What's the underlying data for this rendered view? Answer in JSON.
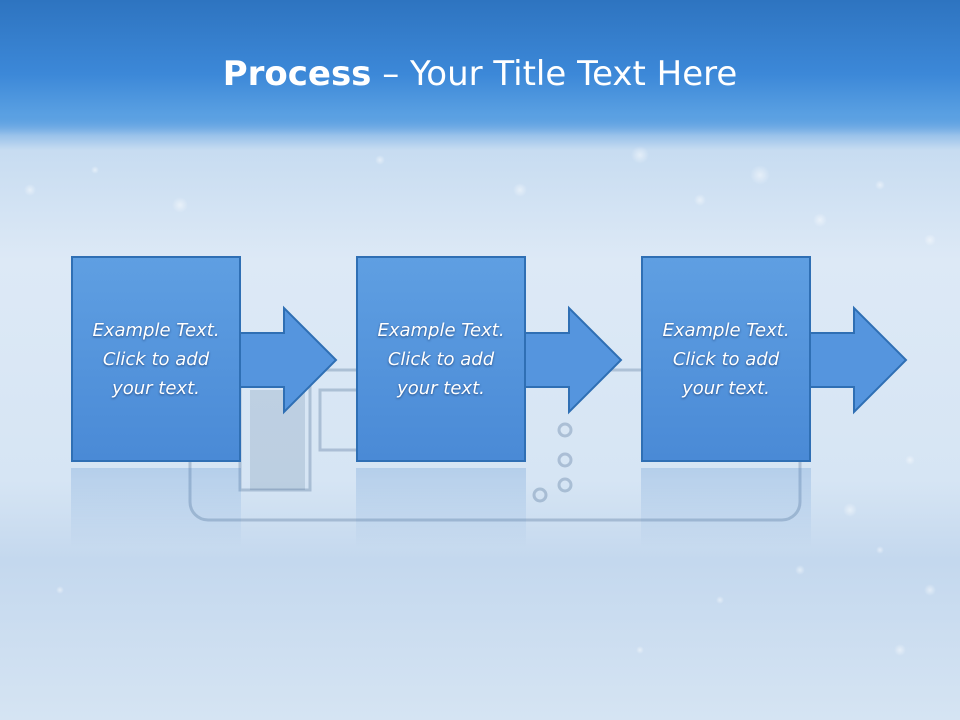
{
  "slide": {
    "title_bold": "Process",
    "title_rest": " – Your Title Text Here",
    "steps": [
      {
        "text": "Example Text.\nClick  to add\nyour text."
      },
      {
        "text": "Example Text.\nClick  to add\nyour text."
      },
      {
        "text": "Example Text.\nClick  to add\nyour text."
      }
    ]
  },
  "colors": {
    "box_fill": "#5a9ae0",
    "box_border": "#2f6fb4",
    "title_bar": "#3a86d6",
    "text": "#ffffff"
  }
}
